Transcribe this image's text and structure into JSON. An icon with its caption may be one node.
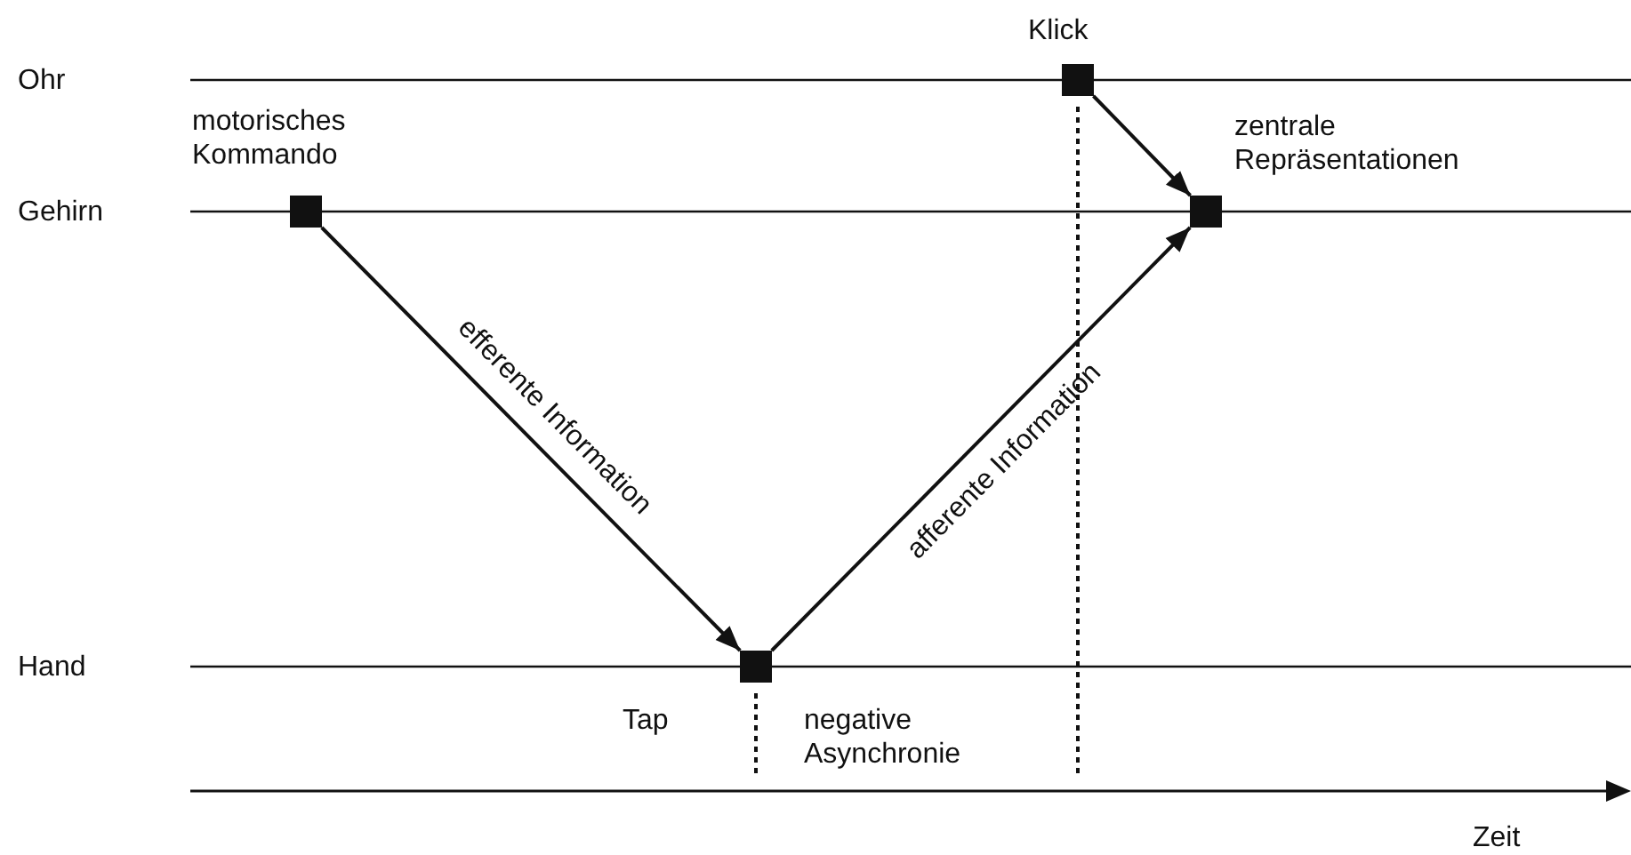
{
  "diagram": {
    "nodes": [
      {
        "text": [],
        "shape": "box",
        "beside": [
          "motorisches Kommando"
        ]
      },
      {
        "text": [],
        "shape": "box",
        "beside": [
          "Tap"
        ]
      },
      {
        "text": [],
        "shape": "box",
        "beside": [
          "Klick"
        ]
      },
      {
        "text": [],
        "shape": "box",
        "beside": [
          "zentrale Repräsentationen"
        ]
      }
    ],
    "edges": [
      {
        "from": 0,
        "to": 1,
        "arrow": "to",
        "label": "efferente Information"
      },
      {
        "from": 1,
        "to": 3,
        "arrow": "to",
        "label": "afferente Information"
      },
      {
        "from": 2,
        "to": 3,
        "arrow": "to"
      }
    ],
    "labels": [
      "Ohr",
      "Gehirn",
      "Hand",
      "negative Asynchronie",
      "Zeit"
    ]
  }
}
